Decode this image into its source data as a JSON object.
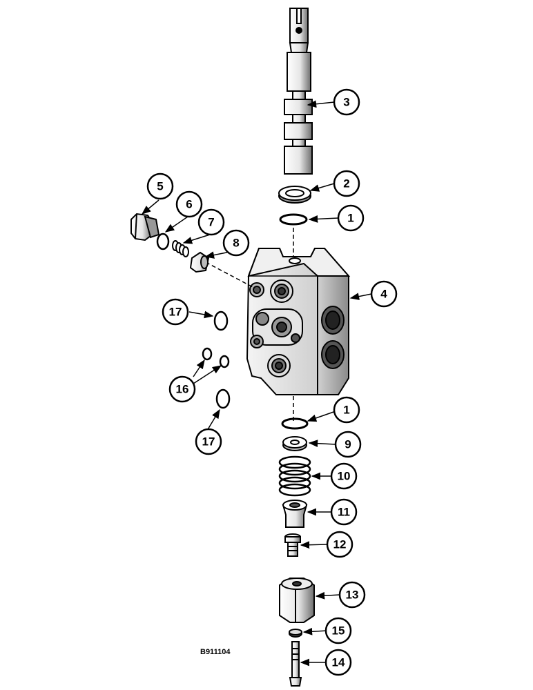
{
  "diagram_code": "B911104",
  "callouts": {
    "c1a": "1",
    "c1b": "1",
    "c2": "2",
    "c3": "3",
    "c4": "4",
    "c5": "5",
    "c6": "6",
    "c7": "7",
    "c8": "8",
    "c9": "9",
    "c10": "10",
    "c11": "11",
    "c12": "12",
    "c13": "13",
    "c14": "14",
    "c15": "15",
    "c16": "16",
    "c17a": "17",
    "c17b": "17"
  },
  "colors": {
    "ink": "#000000",
    "paper": "#ffffff",
    "shade": "#9a9a9a"
  }
}
